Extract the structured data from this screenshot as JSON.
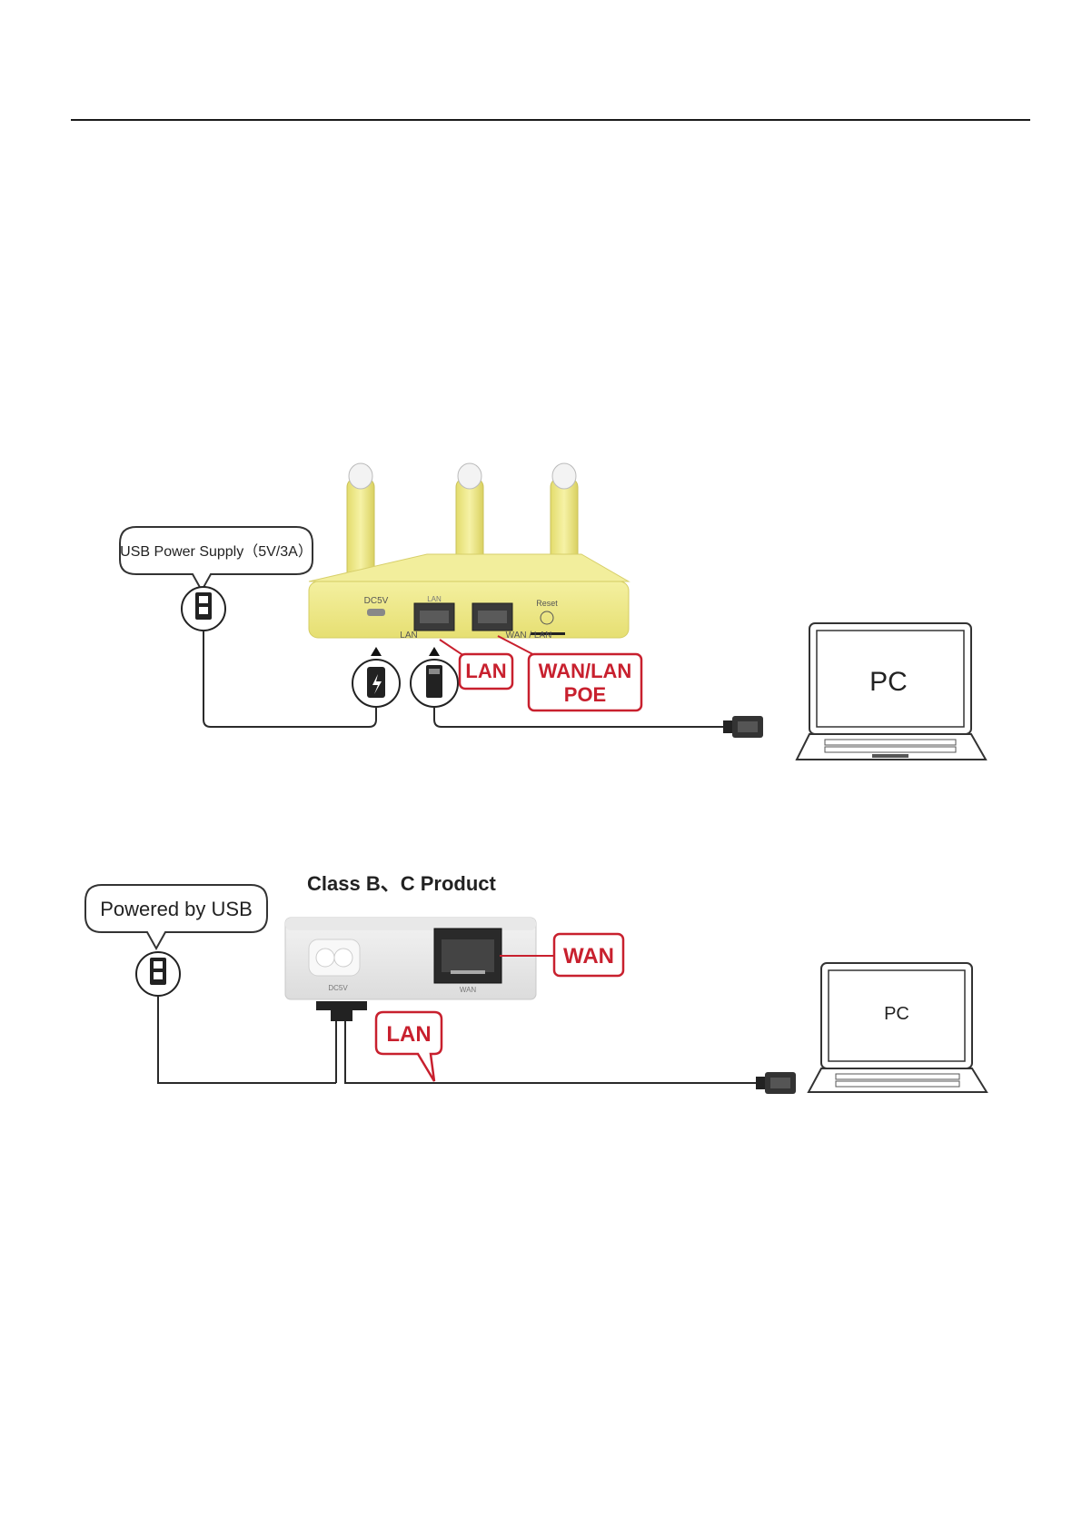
{
  "diagram1": {
    "callout_power": "USB Power Supply（5V/3A）",
    "port_dc": "DC5V",
    "port_lan_small": "LAN",
    "port_wanlan_small": "WAN / LAN",
    "port_reset": "Reset",
    "port_lan_top": "LAN",
    "tag_lan": "LAN",
    "tag_wanlan_line1": "WAN/LAN",
    "tag_wanlan_line2": "POE",
    "pc_label": "PC"
  },
  "diagram2": {
    "title": "Class B、C Product",
    "callout_power": "Powered by USB",
    "port_dc": "DC5V",
    "port_wan_small": "WAN",
    "tag_wan": "WAN",
    "tag_lan": "LAN",
    "pc_label": "PC"
  },
  "colors": {
    "router_body": "#f1ec8e",
    "tag_red": "#c8202e",
    "cable": "#2a2a2a"
  }
}
